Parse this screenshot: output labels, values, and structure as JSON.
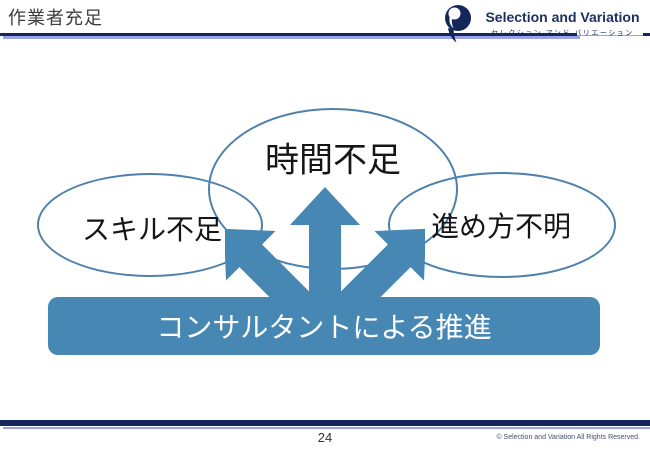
{
  "slide": {
    "title": "作業者充足",
    "page_number": "24",
    "copyright": "© Selection and Variation All Rights Reserved."
  },
  "logo": {
    "name": "Selection and Variation",
    "tagline": "セレクション アンド バリエーション",
    "mark": "navy-ball-swoosh-icon"
  },
  "diagram": {
    "bubbles": [
      {
        "label": "スキル不足"
      },
      {
        "label": "時間不足"
      },
      {
        "label": "進め方不明"
      }
    ],
    "arrow": "three-way-up-arrow",
    "solution": {
      "label": "コンサルタントによる推進"
    }
  },
  "colors": {
    "accent_blue": "#4687b4",
    "ellipse_stroke": "#4e81ac",
    "navy": "#14275b",
    "shadow_periwinkle": "#9aa3e8"
  }
}
